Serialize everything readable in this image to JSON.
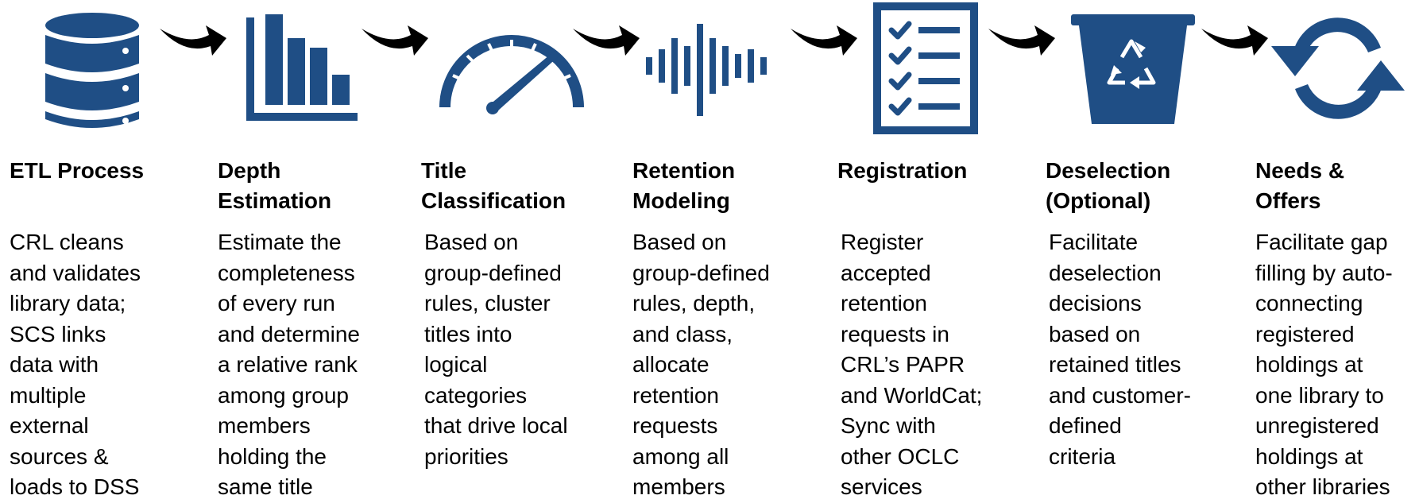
{
  "steps": [
    {
      "title": "ETL Process",
      "lines": [
        "CRL cleans",
        "and validates",
        "library data;",
        "SCS links",
        "data with",
        "multiple",
        "external",
        "sources &",
        "loads to DSS"
      ],
      "icon": "database-icon"
    },
    {
      "title": "Depth Estimation",
      "title_lines": [
        "Depth",
        "Estimation"
      ],
      "lines": [
        "Estimate the",
        "completeness",
        "of every run",
        "and determine",
        "a relative rank",
        "among group",
        "members",
        "holding the",
        "same title"
      ],
      "icon": "bar-chart-icon"
    },
    {
      "title": "Title Classification",
      "title_lines": [
        "Title",
        "Classification"
      ],
      "lines": [
        "Based on",
        "group-defined",
        "rules, cluster",
        "titles into",
        "logical",
        "categories",
        "that drive local",
        "priorities"
      ],
      "icon": "gauge-icon"
    },
    {
      "title": "Retention Modeling",
      "title_lines": [
        "Retention",
        "Modeling"
      ],
      "lines": [
        "Based on",
        "group-defined",
        "rules, depth,",
        "and class,",
        "allocate",
        "retention",
        "requests",
        "among all",
        "members"
      ],
      "icon": "waveform-icon"
    },
    {
      "title": "Registration",
      "lines": [
        "Register",
        "accepted",
        "retention",
        "requests in",
        "CRL’s PAPR",
        "and WorldCat;",
        "Sync with",
        "other OCLC",
        "services"
      ],
      "icon": "checklist-icon"
    },
    {
      "title": "Deselection (Optional)",
      "title_lines": [
        "Deselection",
        "(Optional)"
      ],
      "lines": [
        "Facilitate",
        "deselection",
        "decisions",
        "based on",
        "retained titles",
        "and customer-",
        "defined",
        "criteria"
      ],
      "icon": "recycle-bin-icon"
    },
    {
      "title": "Needs & Offers",
      "title_lines": [
        "Needs &",
        "Offers"
      ],
      "lines": [
        "Facilitate gap",
        "filling by auto-",
        "connecting",
        "registered",
        "holdings at",
        "one library to",
        "unregistered",
        "holdings at",
        "other libraries"
      ],
      "icon": "sync-arrows-icon"
    }
  ],
  "colors": {
    "icon": "#1f4e85",
    "arrow": "#000000",
    "text": "#000000"
  }
}
